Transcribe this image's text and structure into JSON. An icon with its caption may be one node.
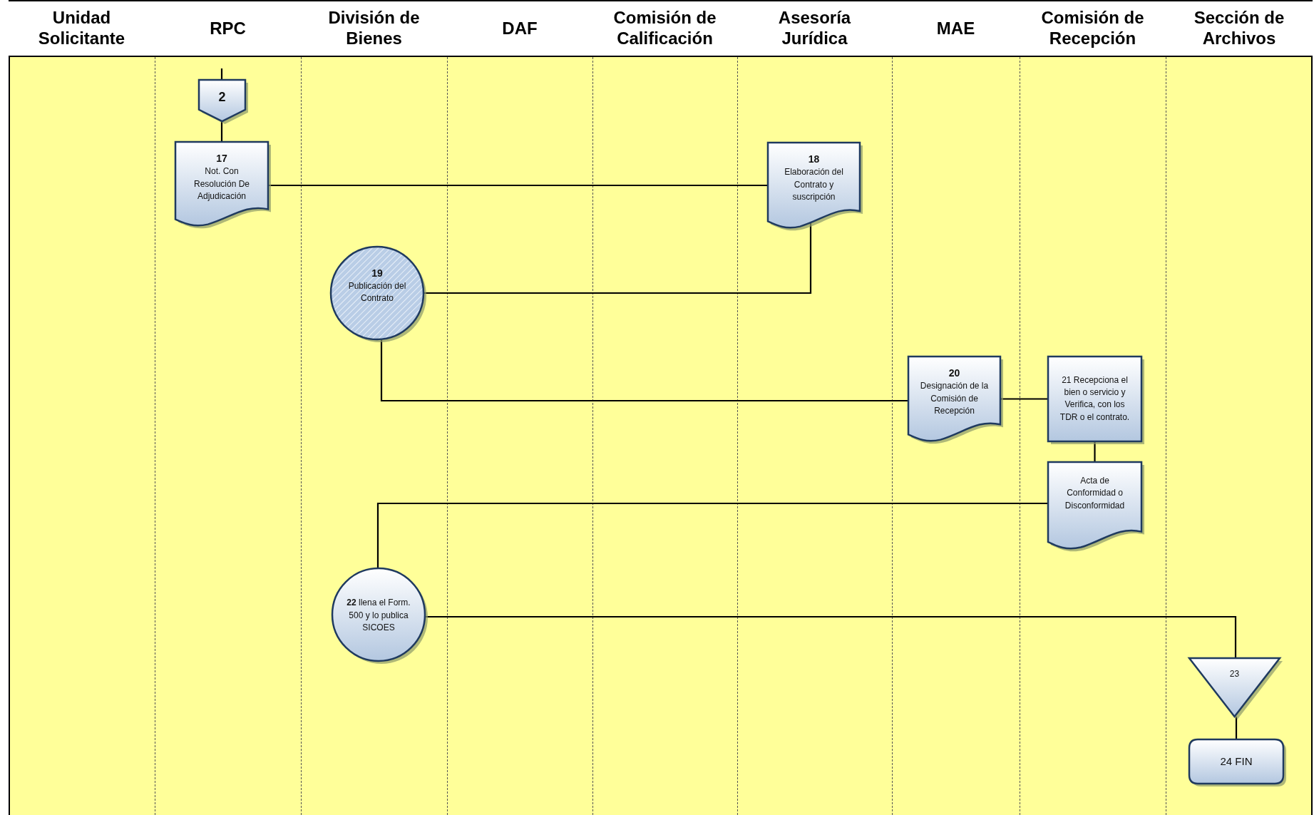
{
  "diagram": {
    "nodes": [
      {
        "text": [
          "2"
        ]
      },
      {
        "text": [
          "17",
          "Not. Con Resolución De Adjudicación"
        ]
      },
      {
        "text": [
          "18",
          "Elaboración del Contrato y suscripción"
        ]
      },
      {
        "text": [
          "19",
          "Publicación del Contrato"
        ]
      },
      {
        "text": [
          "20",
          "Designación de la Comisión de Recepción"
        ]
      },
      {
        "text": [
          "21 Recepciona el bien o servicio y Verifica, con los TDR o el contrato."
        ]
      },
      {
        "text": [
          "Acta de Conformidad o Disconformidad"
        ]
      },
      {
        "text": [
          "**22** llena el Form. 500 y lo publica SICOES"
        ]
      },
      {
        "text": [
          "23"
        ]
      },
      {
        "text": [
          "24 FIN"
        ]
      }
    ],
    "edges": [
      {
        "from": null,
        "to": 0,
        "arrow": "none"
      },
      {
        "from": 0,
        "to": 1,
        "arrow": "none"
      },
      {
        "from": 1,
        "to": 2,
        "arrow": "none"
      },
      {
        "from": 2,
        "to": 3,
        "arrow": "none"
      },
      {
        "from": 3,
        "to": 4,
        "arrow": "none"
      },
      {
        "from": 4,
        "to": 5,
        "arrow": "none"
      },
      {
        "from": 5,
        "to": 6,
        "arrow": "none"
      },
      {
        "from": 6,
        "to": 7,
        "arrow": "none"
      },
      {
        "from": 7,
        "to": 8,
        "arrow": "none"
      },
      {
        "from": 8,
        "to": 9,
        "arrow": "none"
      }
    ],
    "labels": [
      "Unidad Solicitante",
      "RPC",
      "División de Bienes",
      "DAF",
      "Comisión de Calificación",
      "Asesoría Jurídica",
      "MAE",
      "Comisión de Recepción",
      "Sección de Archivos"
    ]
  }
}
